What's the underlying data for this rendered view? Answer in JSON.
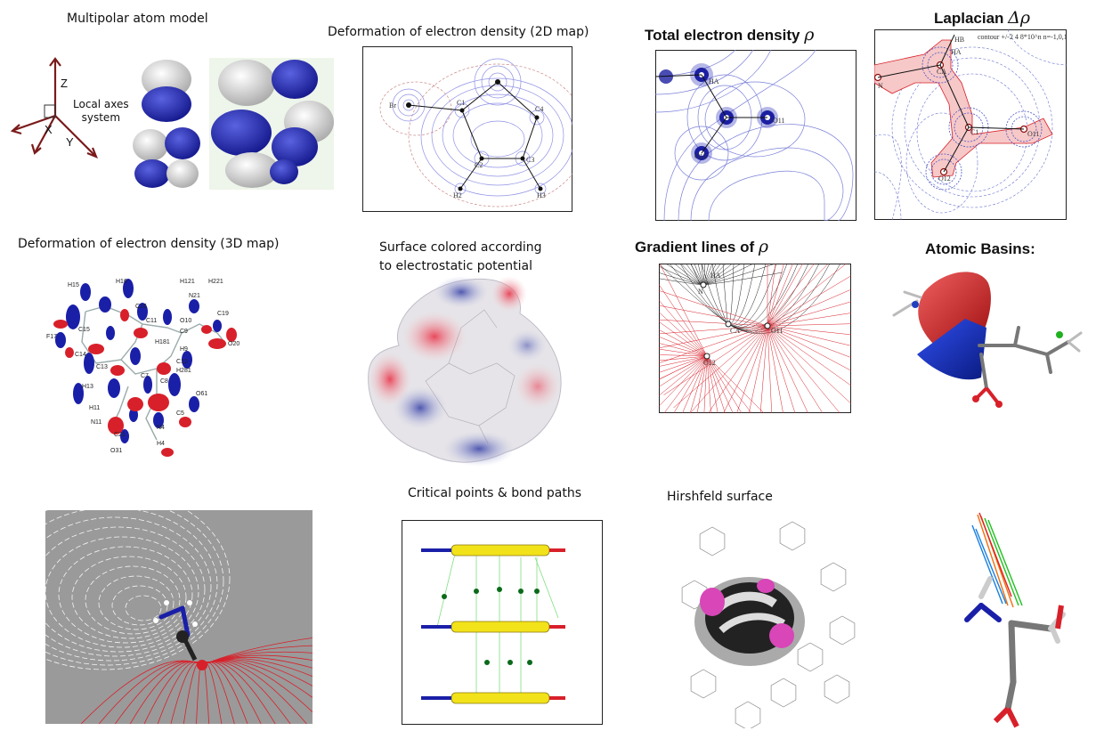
{
  "captions": {
    "multipolar": "Multipolar atom model",
    "axes_system": "Local axes\nsystem",
    "axis_z": "Z",
    "axis_x": "X",
    "axis_y": "Y",
    "deform2d": "Deformation of electron density (2D map)",
    "total_density": "Total electron density",
    "total_density_symbol": "ρ",
    "laplacian": "Laplacian",
    "laplacian_symbol": "Δρ",
    "deform3d": "Deformation of electron density (3D map)",
    "esp_surface": "Surface colored according\nto electrostatic potential",
    "gradient": "Gradient lines of",
    "gradient_symbol": "ρ",
    "basins": "Atomic  Basins:",
    "critical_points": "Critical points  &  bond paths",
    "hirshfeld": "Hirshfeld surface"
  },
  "map2d_labels": {
    "br": "Br",
    "c1": "C1",
    "c4": "C4",
    "c2": "C2",
    "c3": "C3",
    "h2": "H2",
    "h3": "H3"
  },
  "density_labels": {
    "ha": "HA",
    "o11": "O11",
    "o12": "O12"
  },
  "laplacian_labels": {
    "contour_note": "contour +/-2 4 8*10^n n=-1,0,1,2",
    "hb": "HB",
    "ha": "HA",
    "n": "N",
    "ca": "CA",
    "c1": "C1",
    "o11": "O11",
    "o12": "O12"
  },
  "gradient_labels": {
    "ha": "HA",
    "n": "N",
    "ca": "CA",
    "o11": "O11",
    "o12": "O12"
  },
  "deform3d_labels": [
    "H15",
    "H16",
    "C15",
    "C16",
    "C11",
    "O10",
    "H121",
    "H221",
    "N21",
    "C19",
    "F17",
    "C14",
    "C9",
    "O20",
    "H181",
    "H9",
    "C13",
    "C12",
    "H281",
    "C8",
    "C7",
    "H13",
    "H11",
    "O61",
    "N11",
    "C5",
    "C21",
    "N4",
    "H4",
    "O31"
  ],
  "colors": {
    "blue_lobe": "#1a1fa8",
    "white_lobe": "#e4e4e4",
    "red_neg": "#d8202a",
    "esp_red": "#e05060",
    "esp_blue": "#5a62b8",
    "hirsh_magenta": "#d846b8",
    "grey_bg": "#9a9a9a",
    "yellow_ring": "#f2e21a"
  }
}
